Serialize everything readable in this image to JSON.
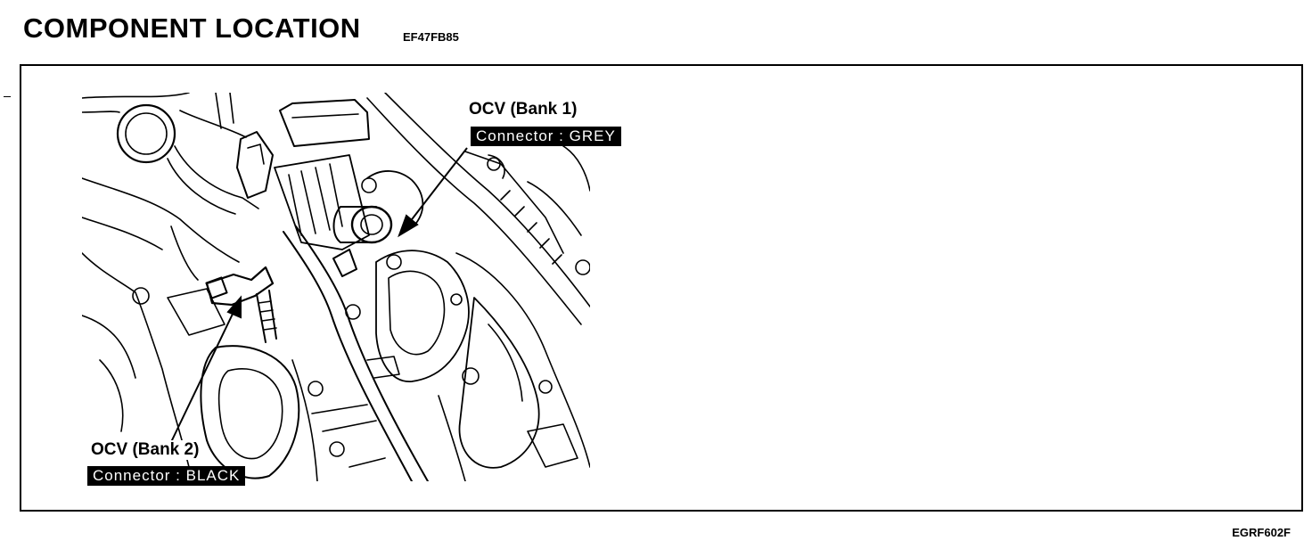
{
  "header": {
    "title": "COMPONENT LOCATION",
    "doc_code": "EF47FB85"
  },
  "callouts": {
    "bank1": {
      "name": "OCV (Bank 1)",
      "connector": "Connector : GREY"
    },
    "bank2": {
      "name": "OCV (Bank 2)",
      "connector": "Connector : BLACK"
    }
  },
  "figure_code": "EGRF602F"
}
